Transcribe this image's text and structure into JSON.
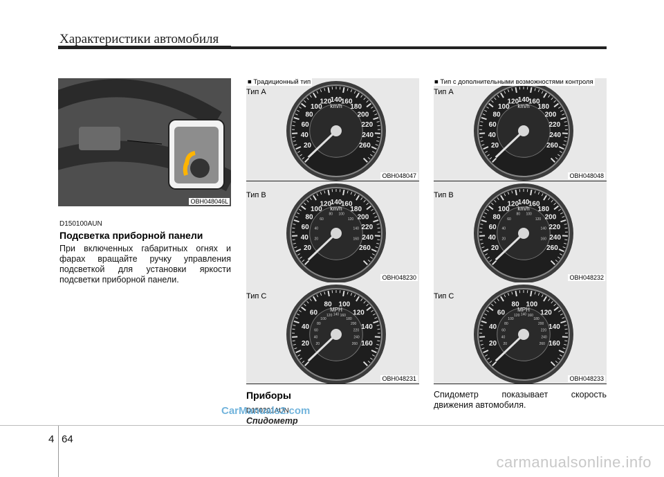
{
  "header": {
    "title": "Характеристики автомобиля"
  },
  "left": {
    "photo_code": "OBH048046L",
    "section_code": "D150100AUN",
    "section_title": "Подсветка приборной панели",
    "body": "При включенных габаритных огнях и фарах вращайте ручку управления подсветкой для установки яркости подсветки приборной панели."
  },
  "middle": {
    "legend": "■ Традиционный тип",
    "gauges": [
      {
        "type": "Тип A",
        "code": "OBH048047",
        "unit": "km/h",
        "outer": [
          "20",
          "40",
          "60",
          "80",
          "100",
          "120",
          "140",
          "160",
          "180",
          "200",
          "220",
          "240",
          "260"
        ],
        "inner": []
      },
      {
        "type": "Тип B",
        "code": "OBH048230",
        "unit": "km/h",
        "outer": [
          "20",
          "40",
          "60",
          "80",
          "100",
          "120",
          "140",
          "160",
          "180",
          "200",
          "220",
          "240",
          "260"
        ],
        "inner": [
          "20",
          "40",
          "60",
          "80",
          "100",
          "120",
          "140",
          "160"
        ]
      },
      {
        "type": "Тип C",
        "code": "OBH048231",
        "unit": "MPH",
        "outer": [
          "20",
          "40",
          "60",
          "80",
          "100",
          "120",
          "140",
          "160"
        ],
        "inner": [
          "20",
          "40",
          "60",
          "80",
          "100",
          "120",
          "140",
          "160",
          "180",
          "200",
          "220",
          "240",
          "260"
        ]
      }
    ],
    "section_title": "Приборы",
    "section_code": "D150201AUN",
    "subtitle": "Спидометр"
  },
  "right": {
    "legend": "■ Тип с дополнительными возможностями контроля",
    "gauges": [
      {
        "type": "Тип A",
        "code": "OBH048048",
        "unit": "km/h",
        "outer": [
          "20",
          "40",
          "60",
          "80",
          "100",
          "120",
          "140",
          "160",
          "180",
          "200",
          "220",
          "240",
          "260"
        ],
        "inner": []
      },
      {
        "type": "Тип B",
        "code": "OBH048232",
        "unit": "km/h",
        "outer": [
          "20",
          "40",
          "60",
          "80",
          "100",
          "120",
          "140",
          "160",
          "180",
          "200",
          "220",
          "240",
          "260"
        ],
        "inner": [
          "20",
          "40",
          "60",
          "80",
          "100",
          "120",
          "140",
          "160"
        ]
      },
      {
        "type": "Тип C",
        "code": "OBH048233",
        "unit": "MPH",
        "outer": [
          "20",
          "40",
          "60",
          "80",
          "100",
          "120",
          "140",
          "160"
        ],
        "inner": [
          "20",
          "40",
          "60",
          "80",
          "100",
          "120",
          "140",
          "160",
          "180",
          "200",
          "220",
          "240",
          "260"
        ]
      }
    ],
    "body": "Спидометр показывает скорость движения автомобиля."
  },
  "footer": {
    "chapter": "4",
    "page": "64"
  },
  "watermarks": {
    "top": "CarManuals2.com",
    "bottom": "carmanualsonline.info"
  }
}
